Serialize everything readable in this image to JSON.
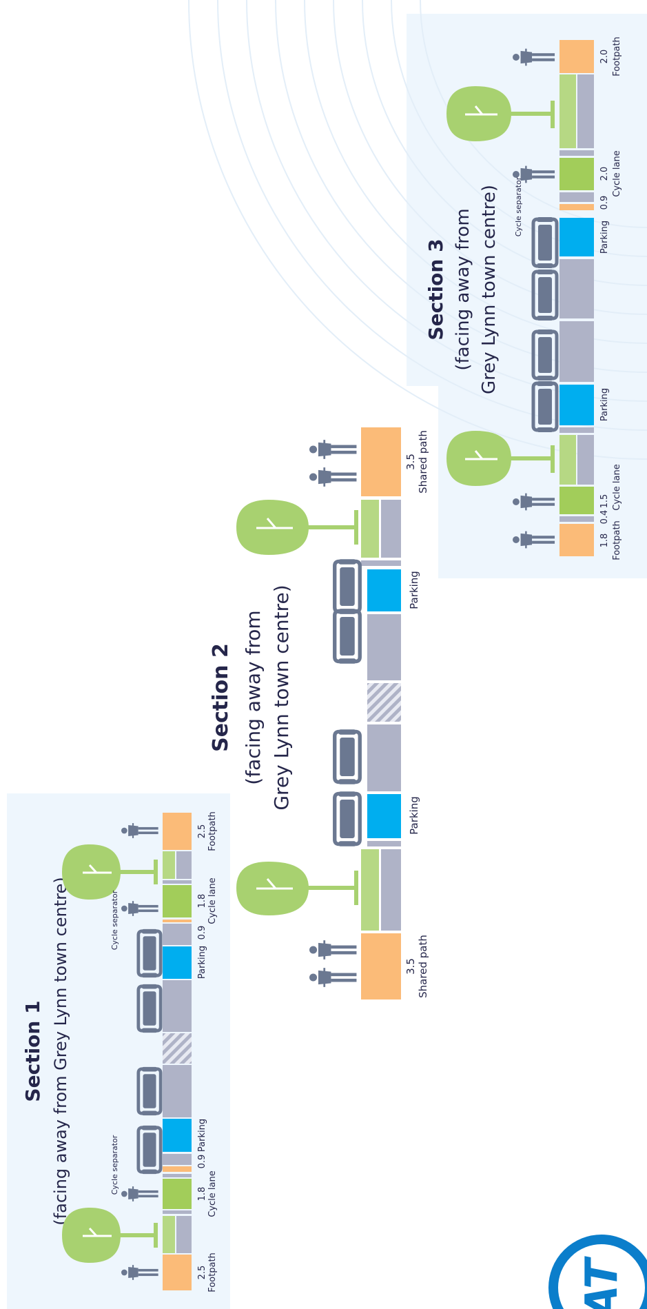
{
  "sections": [
    {
      "title": "Section 1",
      "subtitle": "(facing away from Grey Lynn town centre)",
      "labels": {
        "footpath_left": "Footpath",
        "footpath_left_w": "2.5",
        "cycle_left": "Cycle lane",
        "cycle_left_w": "1.8",
        "buffer_w": "0.9",
        "separator": "Cycle separator",
        "parking_a": "Parking",
        "parking_b": "Parking",
        "buffer_w_b": "0.9",
        "cycle_right": "Cycle lane",
        "cycle_right_w": "1.8",
        "footpath_right": "Footpath",
        "footpath_right_w": "2.5"
      }
    },
    {
      "title": "Section 2",
      "subtitle_1": "(facing away from",
      "subtitle_2": "Grey Lynn town centre)",
      "labels": {
        "shared_left": "Shared path",
        "shared_left_w": "3.5",
        "parking_a": "Parking",
        "parking_b": "Parking",
        "shared_right": "Shared path",
        "shared_right_w": "3.5"
      }
    },
    {
      "title": "Section 3",
      "subtitle_1": "(facing away from",
      "subtitle_2": "Grey Lynn town centre)",
      "labels": {
        "footpath_left": "Footpath",
        "footpath_left_w": "1.8",
        "buffer_w": "0.4",
        "cycle_left": "Cycle lane",
        "cycle_left_w": "1.5",
        "parking_a": "Parking",
        "parking_b": "Parking",
        "buffer_w_b": "0.9",
        "separator": "Cycle separator",
        "cycle_right": "Cycle lane",
        "cycle_right_w": "2.0",
        "footpath_right": "Footpath",
        "footpath_right_w": "2.0"
      }
    }
  ],
  "logo_text": "AT",
  "colors": {
    "footpath": "#fbbb78",
    "cycle": "#a2cd5a",
    "verge": "#b6d884",
    "road": "#afb3c7",
    "parking": "#00aeef",
    "figure": "#6b7891",
    "tree": "#a8d170",
    "brand": "#0b7ecb",
    "panel": "#eef6fd",
    "text": "#25264a"
  }
}
